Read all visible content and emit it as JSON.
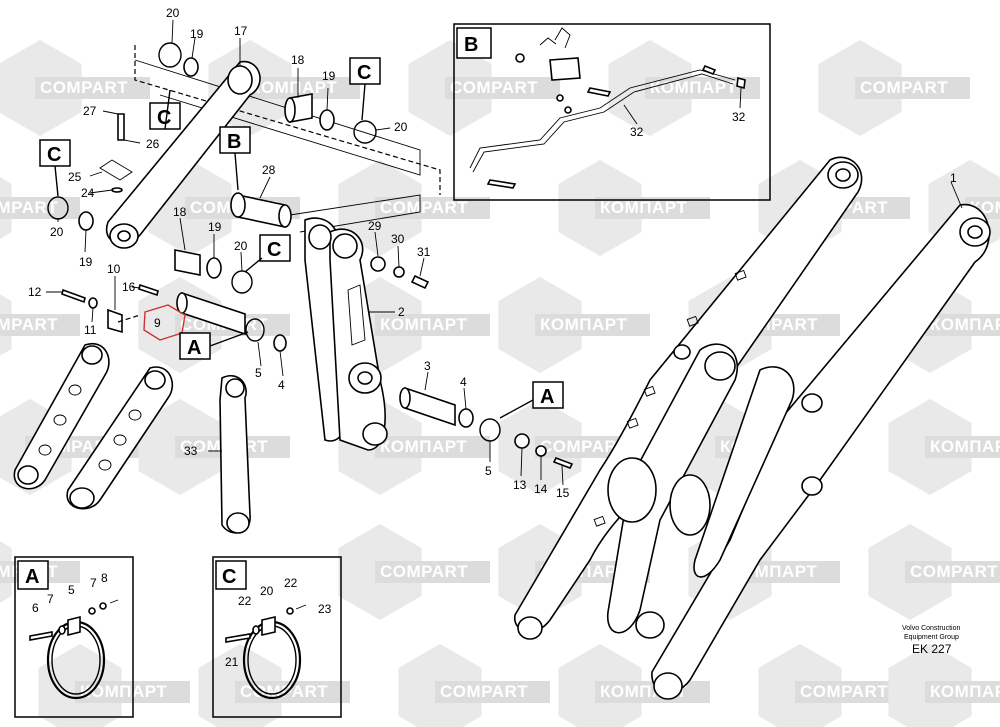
{
  "watermark": {
    "latin": "COMPART",
    "cyrillic": "КОМПАРТ"
  },
  "detail_letters": {
    "a": "A",
    "b": "B",
    "c": "C"
  },
  "footer": {
    "line1": "Volvo Construction",
    "line2": "Equipment Group",
    "code": "EK 227"
  },
  "labels": {
    "p1": "1",
    "p2": "2",
    "p3": "3",
    "p4a": "4",
    "p4b": "4",
    "p5a": "5",
    "p5b": "5",
    "p9": "9",
    "p10": "10",
    "p11": "11",
    "p12": "12",
    "p13": "13",
    "p14": "14",
    "p15": "15",
    "p16": "16",
    "p17": "17",
    "p18a": "18",
    "p18b": "18",
    "p19a": "19",
    "p19b": "19",
    "p19c": "19",
    "p19d": "19",
    "p20a": "20",
    "p20b": "20",
    "p20c": "20",
    "p20d": "20",
    "p24": "24",
    "p25": "25",
    "p26": "26",
    "p27": "27",
    "p28": "28",
    "p29": "29",
    "p30": "30",
    "p31": "31",
    "p32a": "32",
    "p32b": "32",
    "p33": "33",
    "a5": "5",
    "a6": "6",
    "a7a": "7",
    "a7b": "7",
    "a8": "8",
    "c20": "20",
    "c21": "21",
    "c22a": "22",
    "c22b": "22",
    "c23": "23"
  }
}
